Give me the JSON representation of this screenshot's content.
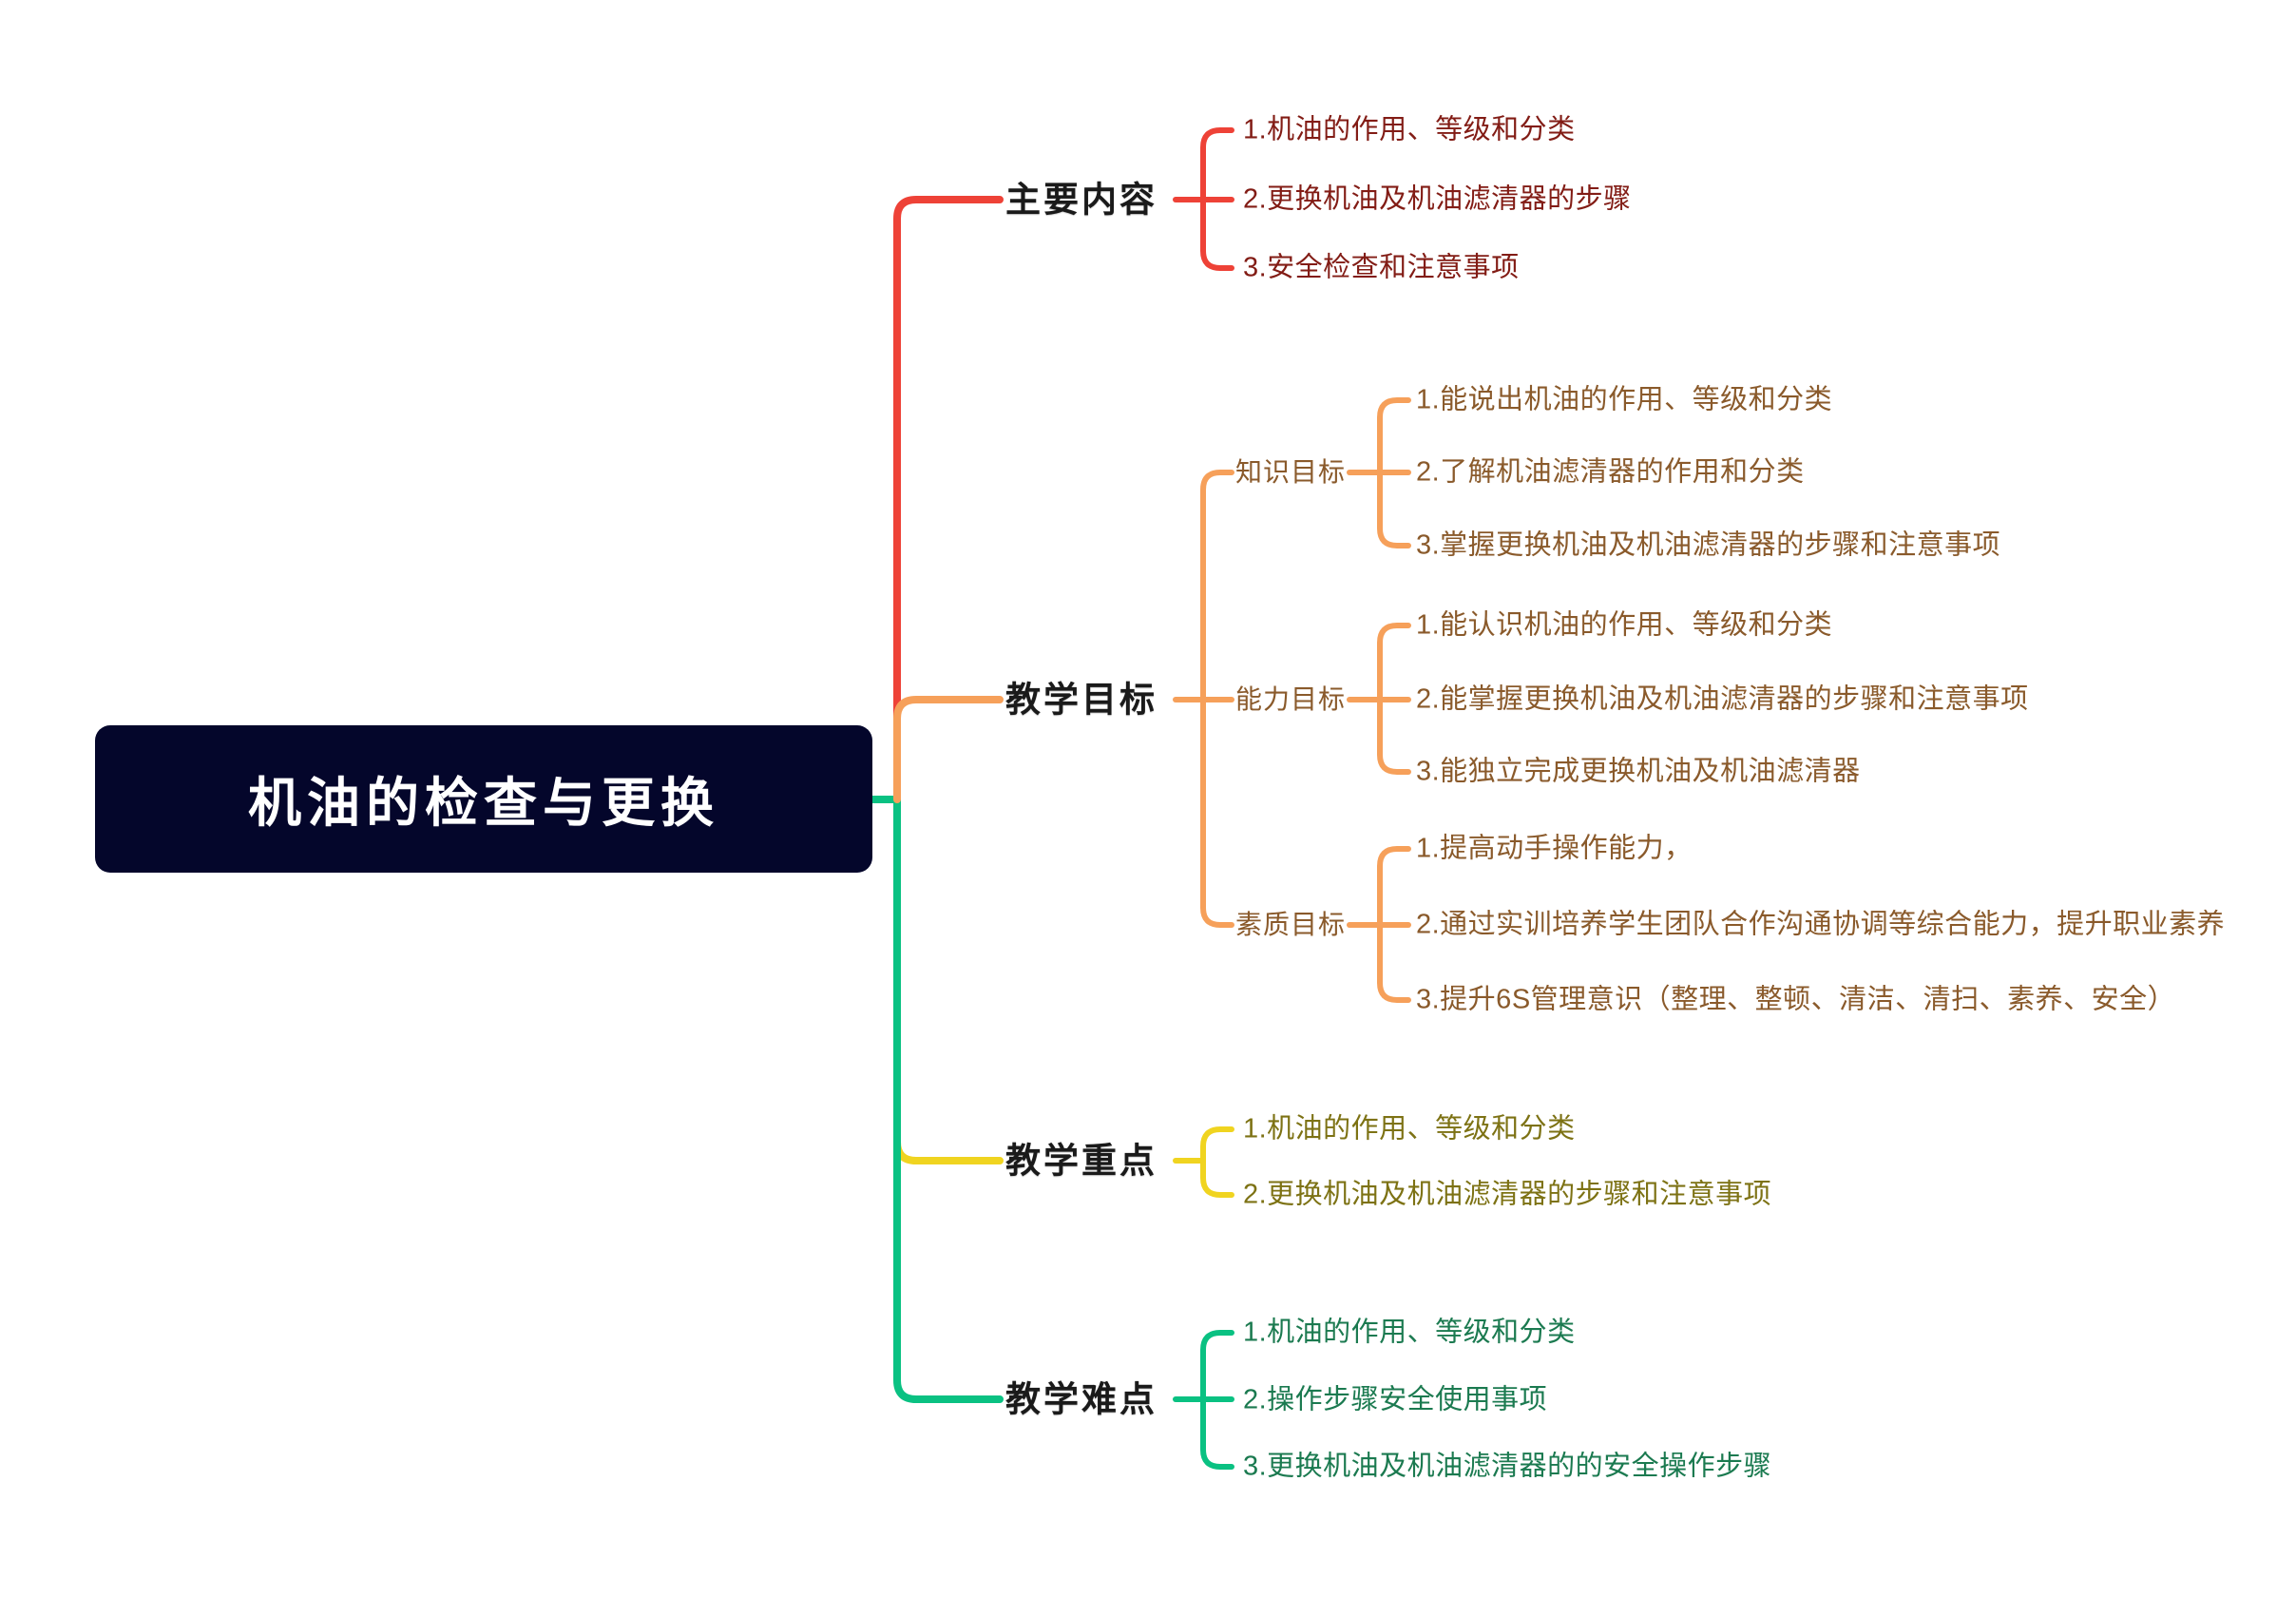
{
  "root": {
    "title": "机油的检查与更换"
  },
  "colors": {
    "root_bg": "#04062b",
    "root_text": "#ffffff",
    "label_text": "#1a1a1a",
    "branch_red": "#ee4237",
    "branch_orange": "#f6a05a",
    "branch_yellow": "#f0d420",
    "branch_green": "#0ac182",
    "leaf_red": "#821c15",
    "leaf_brown": "#8a5a2b",
    "leaf_olive": "#7d7214",
    "leaf_green": "#1b7a50"
  },
  "branches": [
    {
      "label": "主要内容",
      "children": [
        "1.机油的作用、等级和分类",
        "2.更换机油及机油滤清器的步骤",
        "3.安全检查和注意事项"
      ]
    },
    {
      "label": "教学目标",
      "groups": [
        {
          "label": "知识目标",
          "children": [
            "1.能说出机油的作用、等级和分类",
            "2.了解机油滤清器的作用和分类",
            "3.掌握更换机油及机油滤清器的步骤和注意事项"
          ]
        },
        {
          "label": "能力目标",
          "children": [
            "1.能认识机油的作用、等级和分类",
            "2.能掌握更换机油及机油滤清器的步骤和注意事项",
            "3.能独立完成更换机油及机油滤清器"
          ]
        },
        {
          "label": "素质目标",
          "children": [
            "1.提高动手操作能力，",
            "2.通过实训培养学生团队合作沟通协调等综合能力，提升职业素养",
            "3.提升6S管理意识（整理、整顿、清洁、清扫、素养、安全）"
          ]
        }
      ]
    },
    {
      "label": "教学重点",
      "children": [
        "1.机油的作用、等级和分类",
        "2.更换机油及机油滤清器的步骤和注意事项"
      ]
    },
    {
      "label": "教学难点",
      "children": [
        "1.机油的作用、等级和分类",
        "2.操作步骤安全使用事项",
        "3.更换机油及机油滤清器的的安全操作步骤"
      ]
    }
  ]
}
